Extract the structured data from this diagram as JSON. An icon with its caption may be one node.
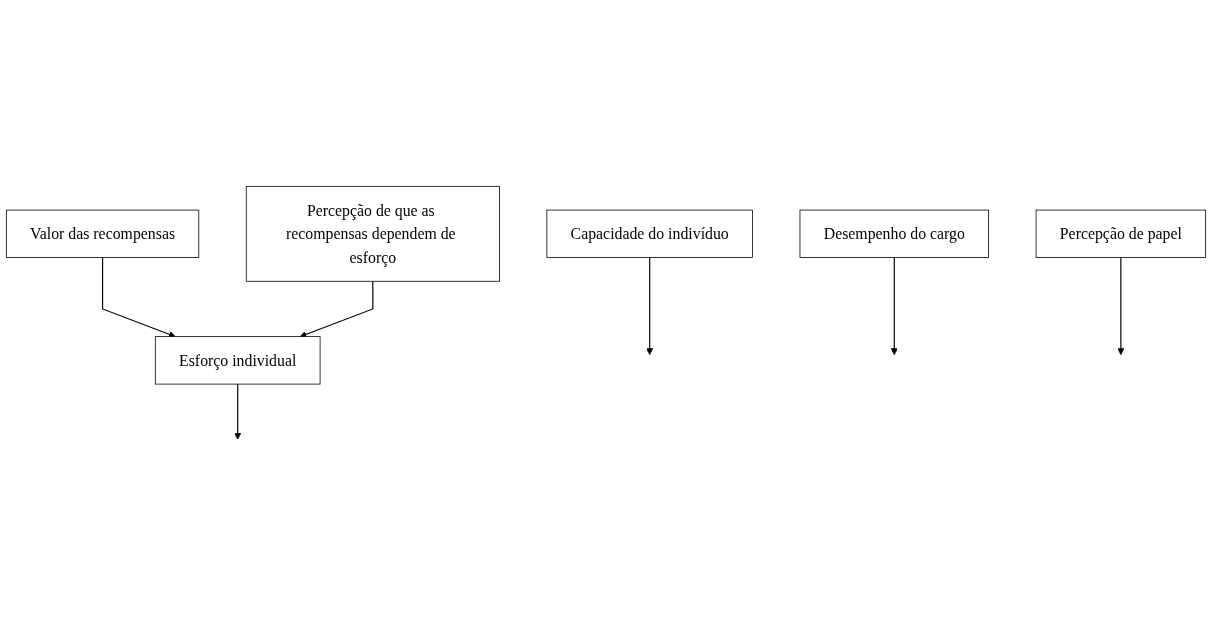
{
  "diagram": {
    "nodes": [
      {
        "text": [
          "Valor das recompensas"
        ]
      },
      {
        "text": [
          "Capacidade do indivíduo"
        ]
      },
      {
        "text": [
          "Esforço individual"
        ]
      },
      {
        "text": [
          "Desempenho do cargo"
        ]
      },
      {
        "text": [
          "Percepção de que as recompensas dependem de esforço"
        ]
      },
      {
        "text": [
          "Percepção de papel"
        ]
      }
    ],
    "edges": [
      {
        "from": 0,
        "to": 2,
        "arrow": "to"
      },
      {
        "from": 1,
        "to": null,
        "arrow": "to"
      },
      {
        "from": 2,
        "to": null,
        "arrow": "to"
      },
      {
        "from": 3,
        "to": null,
        "arrow": "to"
      },
      {
        "from": 4,
        "to": 2,
        "arrow": "to"
      },
      {
        "from": 5,
        "to": null,
        "arrow": "to"
      }
    ]
  }
}
